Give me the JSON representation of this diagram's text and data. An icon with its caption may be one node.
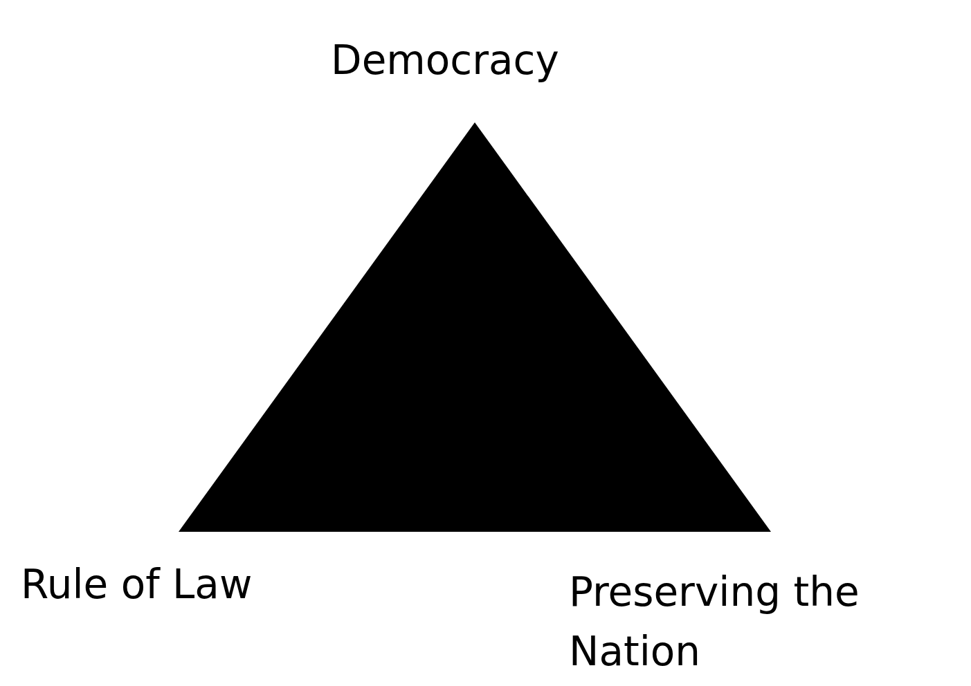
{
  "diagram": {
    "labels": [
      "Democracy",
      "Rule of Law",
      "Preserving the Nation"
    ]
  }
}
